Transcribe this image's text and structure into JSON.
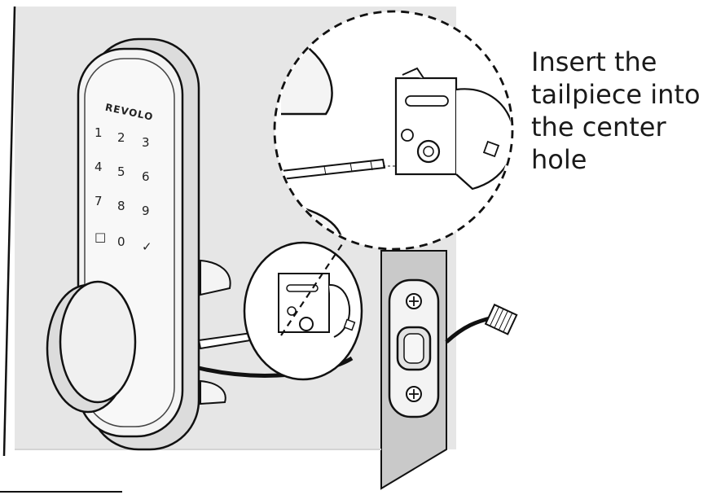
{
  "instruction": {
    "lines": [
      "Insert the",
      "tailpiece into",
      "the center",
      "hole"
    ]
  },
  "lock": {
    "brand": "REVOLO",
    "keypad": [
      "1",
      "2",
      "3",
      "4",
      "5",
      "6",
      "7",
      "8",
      "9",
      "□",
      "0",
      "✓"
    ]
  },
  "colors": {
    "wall": "#e6e6e6",
    "door_edge": "#c7c7c7",
    "lock_body": "#f4f4f4",
    "line": "#1a1a1a"
  },
  "icons": [
    "dashed-zoom-callout",
    "screw-icon",
    "checkmark-icon",
    "square-key-icon"
  ]
}
